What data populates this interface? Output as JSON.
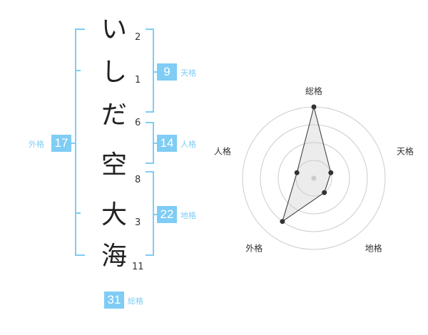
{
  "name": {
    "characters": [
      {
        "char": "い",
        "strokes": "2"
      },
      {
        "char": "し",
        "strokes": "1"
      },
      {
        "char": "だ",
        "strokes": "6"
      },
      {
        "char": "空",
        "strokes": "8"
      },
      {
        "char": "大",
        "strokes": "3"
      },
      {
        "char": "海",
        "strokes": "11"
      }
    ]
  },
  "kakusu": {
    "tenkaku": {
      "value": "9",
      "label": "天格"
    },
    "jinkaku": {
      "value": "14",
      "label": "人格"
    },
    "chikaku": {
      "value": "22",
      "label": "地格"
    },
    "gaikaku": {
      "value": "17",
      "label": "外格"
    },
    "soukaku": {
      "value": "31",
      "label": "総格"
    }
  },
  "colors": {
    "accent": "#7fccf5",
    "accent_text": "#7fccf5",
    "box_text": "#ffffff"
  },
  "chart_data": {
    "type": "radar",
    "axes": [
      "総格",
      "天格",
      "地格",
      "外格",
      "人格"
    ],
    "series": [
      {
        "values": [
          4,
          1,
          1,
          3,
          1
        ]
      }
    ],
    "range": [
      0,
      4
    ],
    "grid_rings": 4
  }
}
